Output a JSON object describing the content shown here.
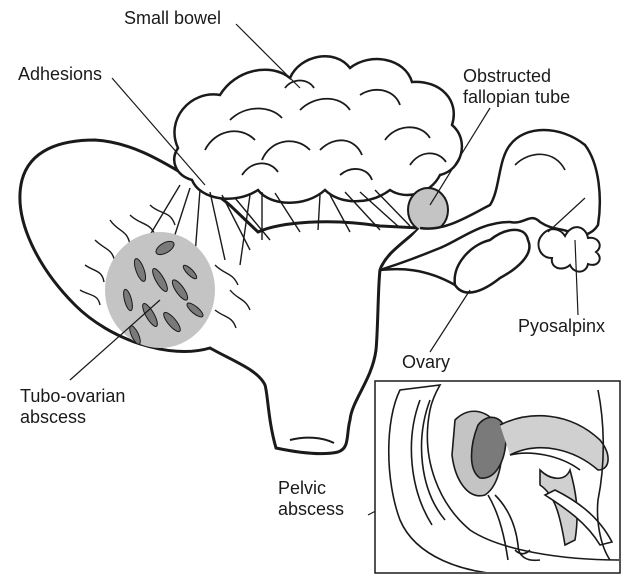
{
  "labels": {
    "small_bowel": "Small bowel",
    "adhesions": "Adhesions",
    "obstructed_line1": "Obstructed",
    "obstructed_line2": "fallopian tube",
    "pyosalpinx": "Pyosalpinx",
    "ovary": "Ovary",
    "tubo_line1": "Tubo-ovarian",
    "tubo_line2": "abscess",
    "pelvic_line1": "Pelvic",
    "pelvic_line2": "abscess"
  },
  "colors": {
    "outline": "#1a1a1a",
    "abscess_fill": "#c4c4c4",
    "dark_fill": "#7a7a7a",
    "organ_fill": "#d0d0d0",
    "background": "#ffffff"
  }
}
